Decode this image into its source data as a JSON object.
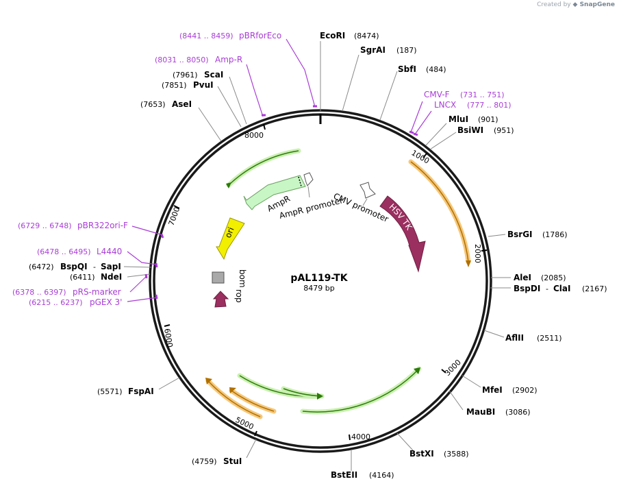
{
  "credit": {
    "prefix": "Created by",
    "brand": "SnapGene"
  },
  "plasmid": {
    "name": "pAL119-TK",
    "length_label": "8479 bp",
    "total_bp": 8479
  },
  "colors": {
    "primer": "#a93cd6",
    "hsv_tk": "#9b2f5f",
    "ori": "#f2ef00",
    "ampr": "#c8f7c5",
    "orange_feature": "#f5a623",
    "green_feature": "#3aa60a",
    "backbone": "#1a1a1a"
  },
  "ticks": [
    "1000",
    "2000",
    "3000",
    "4000",
    "5000",
    "6000",
    "7000",
    "8000"
  ],
  "enzymes": [
    {
      "name": "EcoRI",
      "pos": "(8474)"
    },
    {
      "name": "SgrAI",
      "pos": "(187)"
    },
    {
      "name": "SbfI",
      "pos": "(484)"
    },
    {
      "name": "MluI",
      "pos": "(901)"
    },
    {
      "name": "BsiWI",
      "pos": "(951)"
    },
    {
      "name": "BsrGI",
      "pos": "(1786)"
    },
    {
      "name": "AleI",
      "pos": "(2085)"
    },
    {
      "name": "BspDI",
      "name2": "ClaI",
      "pos": "(2167)"
    },
    {
      "name": "AflII",
      "pos": "(2511)"
    },
    {
      "name": "MfeI",
      "pos": "(2902)"
    },
    {
      "name": "MauBI",
      "pos": "(3086)"
    },
    {
      "name": "BstXI",
      "pos": "(3588)"
    },
    {
      "name": "BstEII",
      "pos": "(4164)"
    },
    {
      "name": "StuI",
      "pos": "(4759)"
    },
    {
      "name": "FspAI",
      "pos": "(5571)"
    },
    {
      "name": "NdeI",
      "pos": "(6411)"
    },
    {
      "name": "BspQI",
      "name2": "SapI",
      "pos": "(6472)"
    },
    {
      "name": "AseI",
      "pos": "(7653)"
    },
    {
      "name": "PvuI",
      "pos": "(7851)"
    },
    {
      "name": "ScaI",
      "pos": "(7961)"
    }
  ],
  "primers": [
    {
      "name": "pBRforEco",
      "range": "(8441 .. 8459)"
    },
    {
      "name": "Amp-R",
      "range": "(8031 .. 8050)"
    },
    {
      "name": "CMV-F",
      "range": "(731 .. 751)"
    },
    {
      "name": "LNCX",
      "range": "(777 .. 801)"
    },
    {
      "name": "pBR322ori-F",
      "range": "(6729 .. 6748)"
    },
    {
      "name": "L4440",
      "range": "(6478 .. 6495)"
    },
    {
      "name": "pRS-marker",
      "range": "(6378 .. 6397)"
    },
    {
      "name": "pGEX 3'",
      "range": "(6215 .. 6237)"
    }
  ],
  "features": {
    "hsv_tk": "HSV TK",
    "cmv_promoter": "CMV promoter",
    "ampr": "AmpR",
    "ampr_promoter": "AmpR promoter",
    "ori": "ori",
    "bom": "bom",
    "rop": "rop"
  }
}
